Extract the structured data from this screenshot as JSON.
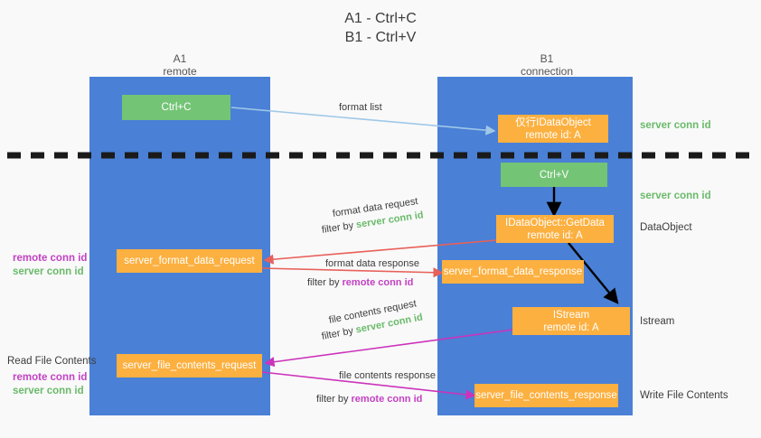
{
  "title": {
    "line1": "A1 - Ctrl+C",
    "line2": "B1 - Ctrl+V"
  },
  "lanes": [
    {
      "name": "A1",
      "subtitle": "remote"
    },
    {
      "name": "B1",
      "subtitle": "connection"
    }
  ],
  "boxes": {
    "ctrl_c": {
      "line1": "Ctrl+C",
      "line2": ""
    },
    "clipboard_dataobject": {
      "line1": "仅行IDataObject",
      "line2": "remote id: A"
    },
    "ctrl_v": {
      "line1": "Ctrl+V",
      "line2": ""
    },
    "getdata": {
      "line1": "IDataObject::GetData",
      "line2": "remote id: A"
    },
    "istream": {
      "line1": "IStream",
      "line2": "remote id: A"
    },
    "server_format_data_request": {
      "line1": "server_format_data_request",
      "line2": ""
    },
    "server_format_data_response": {
      "line1": "server_format_data_response",
      "line2": ""
    },
    "server_file_contents_request": {
      "line1": "server_file_contents_request",
      "line2": ""
    },
    "server_file_contents_response": {
      "line1": "server_file_contents_response",
      "line2": ""
    }
  },
  "right_labels": {
    "server_conn_id_1": "server conn id",
    "server_conn_id_2": "server conn id",
    "dataobject": "DataObject",
    "istream": "Istream",
    "write_file_contents": "Write File Contents"
  },
  "left_labels": {
    "remote_conn_id_1": "remote conn id",
    "server_conn_id_1": "server conn id",
    "read_file_contents": "Read File Contents",
    "remote_conn_id_2": "remote conn id",
    "server_conn_id_2": "server conn id"
  },
  "captions": {
    "format_list": "format list",
    "format_data_request": "format data request",
    "format_data_request_filter_prefix": "filter by ",
    "format_data_request_filter_key": "server conn id",
    "format_data_response": "format data response",
    "format_data_response_filter_prefix": "filter by ",
    "format_data_response_filter_key": "remote conn id",
    "file_contents_request": "file contents request",
    "file_contents_request_filter_prefix": "filter by ",
    "file_contents_request_filter_key": "server conn id",
    "file_contents_response": "file contents response",
    "file_contents_response_filter_prefix": "filter by ",
    "file_contents_response_filter_key": "remote conn id"
  },
  "colors": {
    "lane": "#4a80d6",
    "green_box": "#74c476",
    "orange_box": "#fcb040",
    "arrow_blue": "#9fc8e8",
    "arrow_red": "#e8605a",
    "arrow_magenta": "#cc33bb",
    "arrow_black": "#000000",
    "divider": "#1a1a1a",
    "green_text": "#6aba6a",
    "magenta_text": "#c341c3",
    "background": "#f9f9f9"
  }
}
